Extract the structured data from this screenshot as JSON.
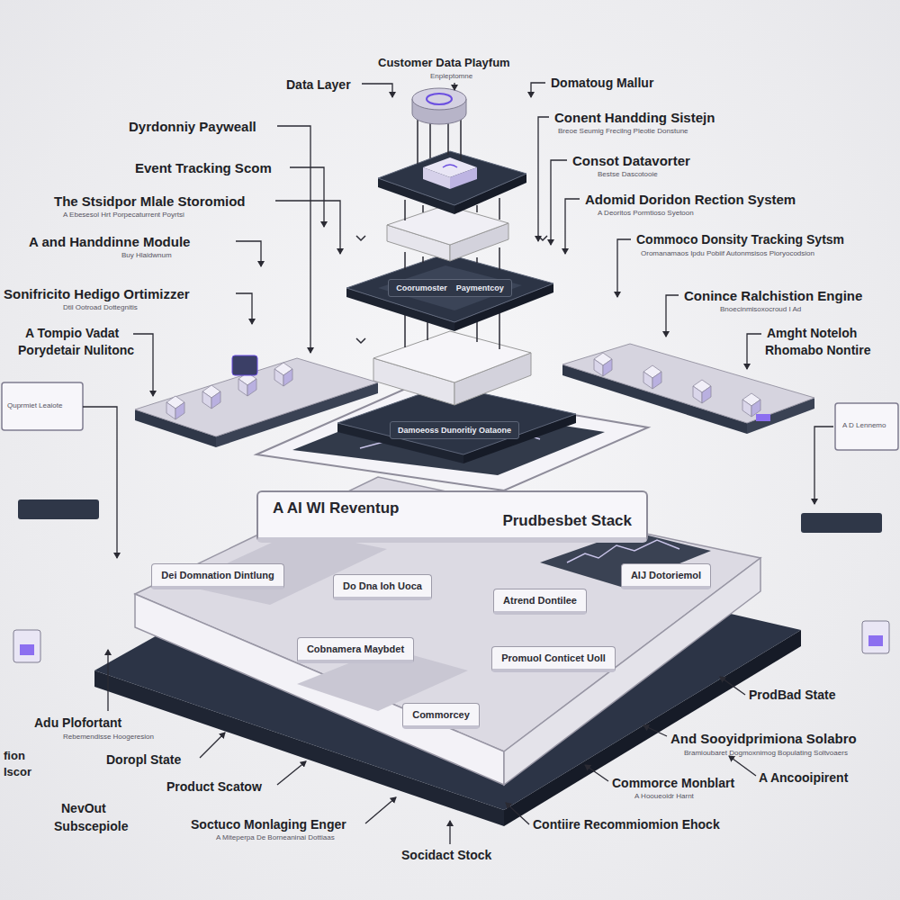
{
  "diagram": {
    "nodes": [
      {
        "text": [
          "Coorumoster",
          "Paymentcoy"
        ]
      },
      {
        "text": [
          "Damoeoss Dunoritiy Oataone"
        ]
      },
      {
        "text": [
          "A AI WI Reventup",
          "Prudbesbet Stack"
        ]
      },
      {
        "text": [
          "Dei Domnation Dintlung"
        ]
      },
      {
        "text": [
          "Do Dna Ioh Uoca"
        ]
      },
      {
        "text": [
          "Atrend Dontilee"
        ]
      },
      {
        "text": [
          "AIJ Dotoriemol"
        ]
      },
      {
        "text": [
          "Cobnamera Maybdet"
        ]
      },
      {
        "text": [
          "Promuol Conticet Uoll"
        ]
      },
      {
        "text": [
          "Commorcey"
        ]
      }
    ],
    "labels": [
      "Customer Data Playfum",
      "Enpleptomne",
      "Data Layer",
      "Domatoug Mallur",
      "Dyrdonniy Payweall",
      "Conent Handding Sistejn",
      "Breoe Seumig Frecilng Pleotie Donstune",
      "Event Tracking Scom",
      "Consot Datavorter",
      "Bestse Dascotooie",
      "The Stsidpor Mlale Storomiod",
      "A Ebesesol Hrt Porpecaturrent Poyrtsi",
      "Adomid Doridon Rection System",
      "A Deoritos Pormtioso Syetoon",
      "A and Handdinne Module",
      "Buy Hlaidwnum",
      "Commoco Donsity Tracking Sytsm",
      "Oromanamaos Ipdu Pobiif Autonmsisos Pioryocodsion",
      "Sonifricito Hedigo Ortimizzer",
      "Dtil Ootroad Dottegnitis",
      "Conince Ralchistion Engine",
      "Bnoecinmisoxocroud I Ad",
      "A Tompio Vadat",
      "Porydetair Nulitonc",
      "Amght Noteloh",
      "Rhomabo Nontire",
      "Adu Plofortant",
      "Rebemendisse Hoogeresion",
      "fion",
      "Iscor",
      "Doropl State",
      "Product Scatow",
      "NevOut",
      "Subscepiole",
      "Soctuco Monlaging Enger",
      "A Miteperpa De Borneaninai Dottiaas",
      "Socidact Stock",
      "Commorce Monblart",
      "A Hooueoidr Harnt",
      "Contiire Recommiomion Ehock",
      "ProdBad State",
      "And Sooyidprimiona Solabro",
      "Bramioubaret Dogmoxnimog Bopulating Soltvoaers",
      "A Ancooipirent",
      "Quprmiet Leaiote",
      "A D Lennemo"
    ]
  }
}
